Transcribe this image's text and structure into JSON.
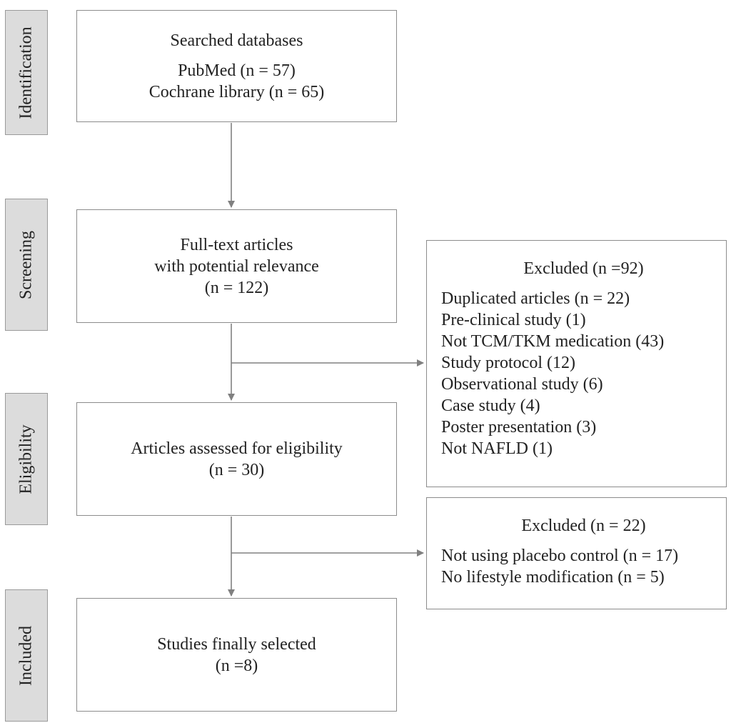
{
  "phases": {
    "identification": "Identification",
    "screening": "Screening",
    "eligibility": "Eligibility",
    "included": "Included"
  },
  "boxes": {
    "search": {
      "title": "Searched databases",
      "lines": [
        "PubMed (n = 57)",
        "Cochrane library (n = 65)"
      ]
    },
    "fulltext": {
      "lines": [
        "Full-text articles",
        "with potential relevance",
        "(n = 122)"
      ]
    },
    "eligibility": {
      "lines": [
        "Articles assessed for eligibility",
        "(n = 30)"
      ]
    },
    "final": {
      "lines": [
        "Studies finally selected",
        "(n =8)"
      ]
    }
  },
  "excluded1": {
    "title": "Excluded (n =92)",
    "items": [
      "Duplicated articles (n = 22)",
      "Pre-clinical study (1)",
      "Not TCM/TKM medication (43)",
      "Study protocol (12)",
      "Observational study (6)",
      "Case study (4)",
      "Poster presentation (3)",
      "Not NAFLD (1)"
    ]
  },
  "excluded2": {
    "title": "Excluded (n = 22)",
    "items": [
      "Not using placebo control (n = 17)",
      "No lifestyle modification (n = 5)"
    ]
  },
  "colors": {
    "border": "#8c8c8c",
    "phase_fill": "#dcdcdc",
    "arrow": "#808080"
  }
}
